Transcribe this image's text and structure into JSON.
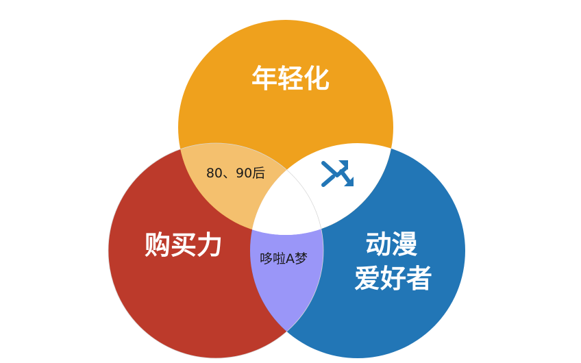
{
  "diagram": {
    "sets": [
      {
        "id": "top",
        "label_lines": [
          "年轻化"
        ],
        "color": "#EFA11D"
      },
      {
        "id": "left",
        "label_lines": [
          "购买力"
        ],
        "color": "#BC3A2B"
      },
      {
        "id": "right",
        "label_lines": [
          "动漫",
          "爱好者"
        ],
        "color": "#2276B6"
      }
    ],
    "overlaps": {
      "top_left": {
        "label": "80、90后",
        "color": "#F4C06E"
      },
      "top_right": {
        "icon": "crossing-arrows-icon",
        "color": "#FFFFFF",
        "icon_color": "#2276B6"
      },
      "left_right": {
        "label": "哆啦A梦",
        "color": "#9A96F8"
      },
      "center": {
        "color": "#FFFFFF"
      }
    }
  }
}
